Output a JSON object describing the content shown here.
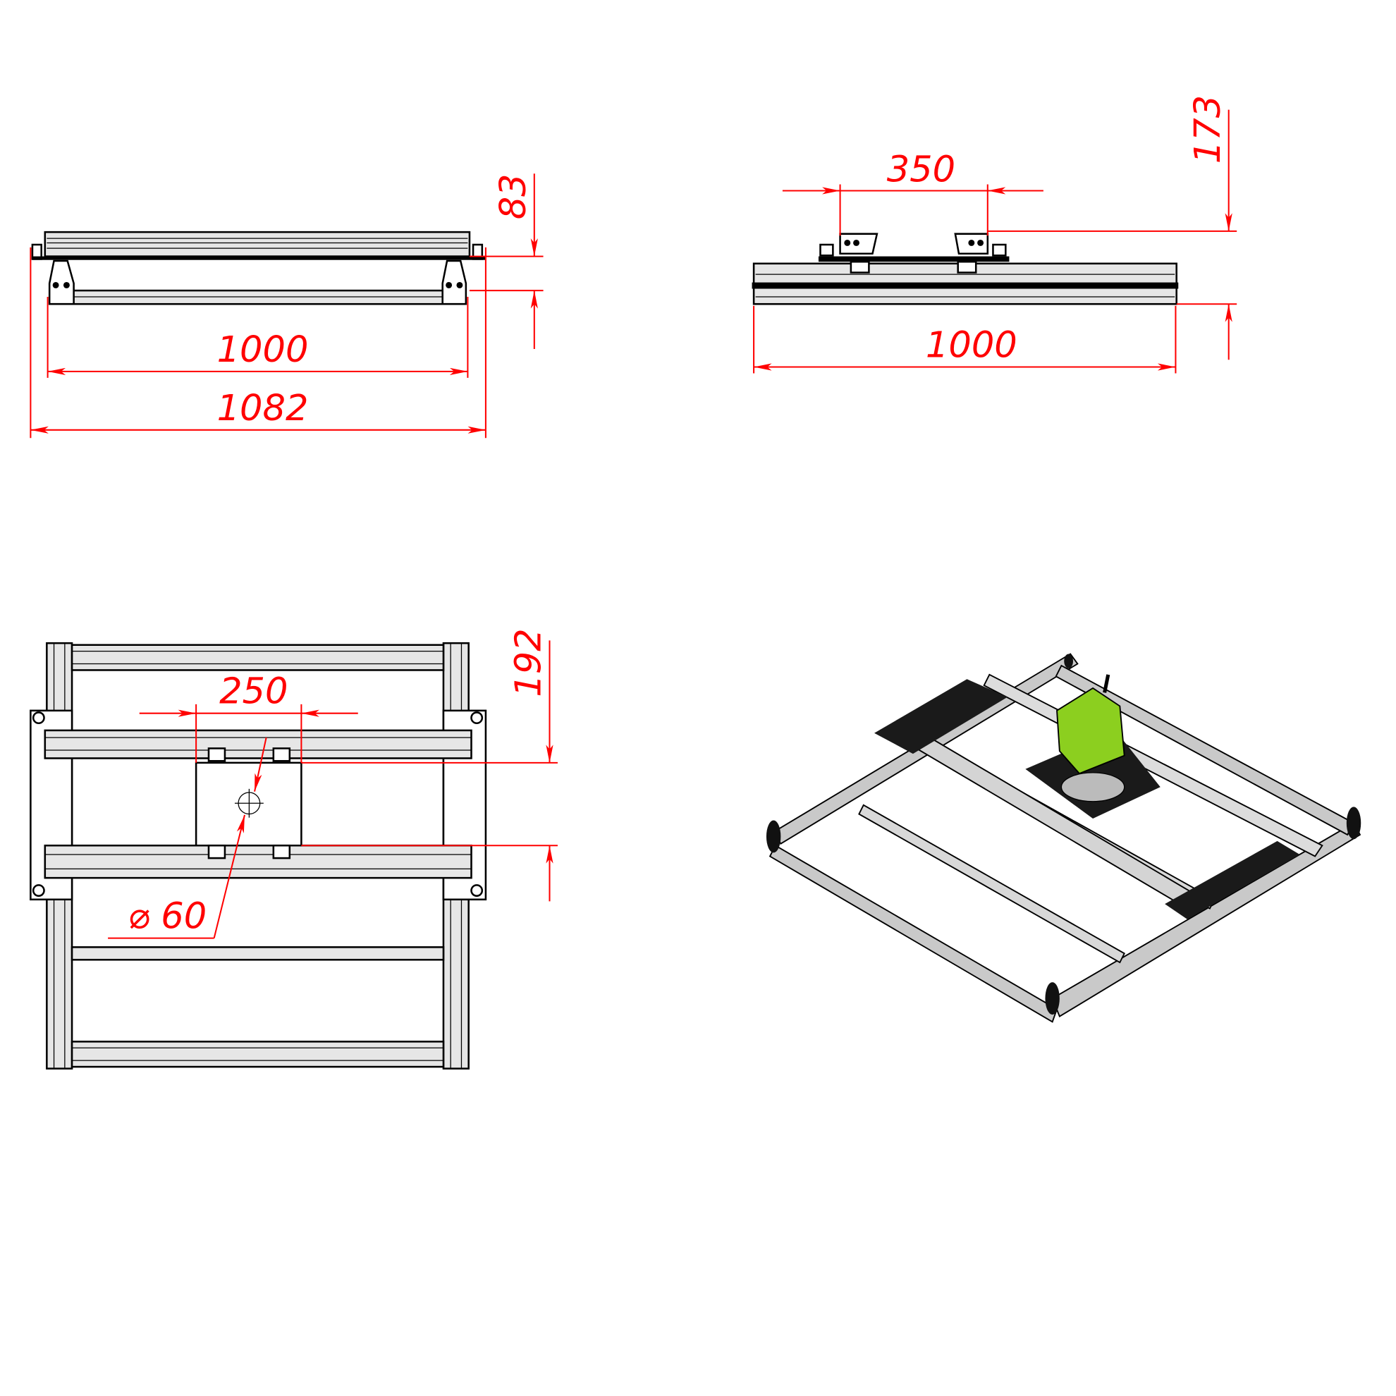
{
  "colors": {
    "dimension": "#ff0000",
    "lines": "#000000",
    "router": "#8ccf1f",
    "plate": "#1a1a1a"
  },
  "front_view": {
    "height_dim": "83",
    "inner_width_dim": "1000",
    "outer_width_dim": "1082"
  },
  "side_view": {
    "carriage_dim": "350",
    "height_dim": "173",
    "width_dim": "1000"
  },
  "top_view": {
    "carriage_dim": "250",
    "gantry_dim": "192",
    "hole_dim": "⌀ 60"
  },
  "iso_view": {
    "icon": "router-machine-isometric"
  }
}
